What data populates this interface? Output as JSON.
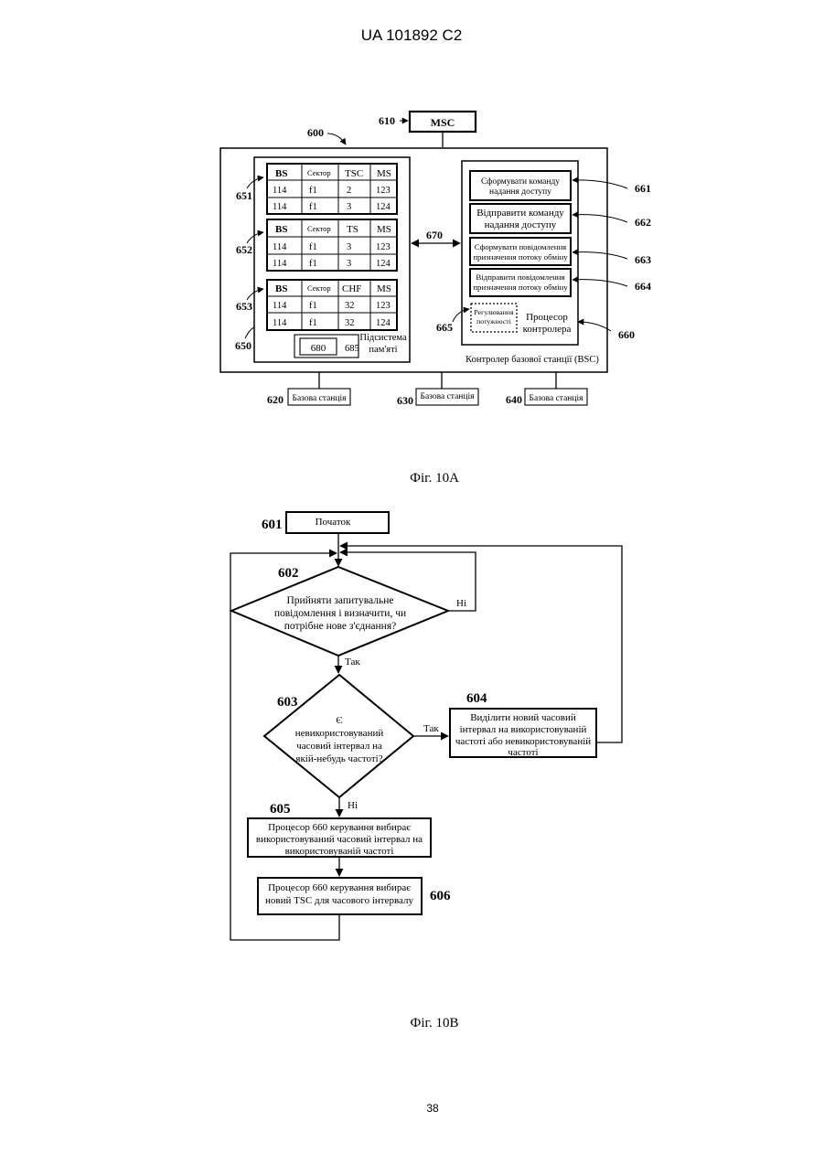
{
  "header": {
    "patent_number": "UA   101892   C2"
  },
  "fig10a": {
    "caption": "Фіг. 10А",
    "msc": {
      "label": "MSC",
      "ref": "610"
    },
    "system_ref": "600",
    "memory": {
      "ref": "650",
      "tables": [
        {
          "ref": "651",
          "headers": [
            "BS",
            "Сектор",
            "TSC",
            "MS"
          ],
          "rows": [
            [
              "114",
              "f1",
              "2",
              "123"
            ],
            [
              "114",
              "f1",
              "3",
              "124"
            ]
          ]
        },
        {
          "ref": "652",
          "headers": [
            "BS",
            "Сектор",
            "TS",
            "MS"
          ],
          "rows": [
            [
              "114",
              "f1",
              "3",
              "123"
            ],
            [
              "114",
              "f1",
              "3",
              "124"
            ]
          ]
        },
        {
          "ref": "653",
          "headers": [
            "BS",
            "Сектор",
            "CHF",
            "MS"
          ],
          "rows": [
            [
              "114",
              "f1",
              "32",
              "123"
            ],
            [
              "114",
              "f1",
              "32",
              "124"
            ]
          ]
        }
      ],
      "box_680": "680",
      "ref_685": "685",
      "label_line1": "Підсистема",
      "label_line2": "пам'яті"
    },
    "link_ref": "670",
    "controller": {
      "ref": "660",
      "blocks": [
        {
          "ref": "661",
          "line1": "Сформувати команду",
          "line2": "надання доступу"
        },
        {
          "ref": "662",
          "line1": "Відправити команду",
          "line2": "надання доступу"
        },
        {
          "ref": "663",
          "line1": "Сформувати повідомлення",
          "line2": "призначення потоку обміну"
        },
        {
          "ref": "664",
          "line1": "Відправити повідомлення",
          "line2": "призначення потоку обміну"
        }
      ],
      "power": {
        "ref": "665",
        "line1": "Регулювання",
        "line2": "потужності"
      },
      "proc_line1": "Процесор",
      "proc_line2": "контролера"
    },
    "bsc_label": "Контролер базової станції (BSC)",
    "stations": [
      {
        "ref": "620",
        "label": "Базова станція"
      },
      {
        "ref": "630",
        "label": "Базова станція"
      },
      {
        "ref": "640",
        "label": "Базова станція"
      }
    ]
  },
  "fig10b": {
    "caption": "Фіг. 10В",
    "start": {
      "ref": "601",
      "label": "Початок"
    },
    "d602": {
      "ref": "602",
      "line1": "Прийняти запитувальне",
      "line2": "повідомлення і визначити, чи",
      "line3": "потрібне нове з'єднання?",
      "no": "Ні",
      "yes": "Так"
    },
    "d603": {
      "ref": "603",
      "line1": "Є",
      "line2": "невикористовуваний",
      "line3": "часовий інтервал на",
      "line4": "якій-небудь частоті?",
      "yes": "Так",
      "no": "Ні"
    },
    "b604": {
      "ref": "604",
      "line1": "Виділити новий часовий",
      "line2": "інтервал на використовуваній",
      "line3": "частоті або невикористовуваній",
      "line4": "частоті"
    },
    "b605": {
      "ref": "605",
      "line1": "Процесор 660 керування вибирає",
      "line2": "використовуваний часовий інтервал на",
      "line3": "використовуваній частоті"
    },
    "b606": {
      "ref": "606",
      "line1": "Процесор 660 керування вибирає",
      "line2": "новий TSC для часового інтервалу"
    }
  },
  "footer": {
    "page_number": "38"
  }
}
